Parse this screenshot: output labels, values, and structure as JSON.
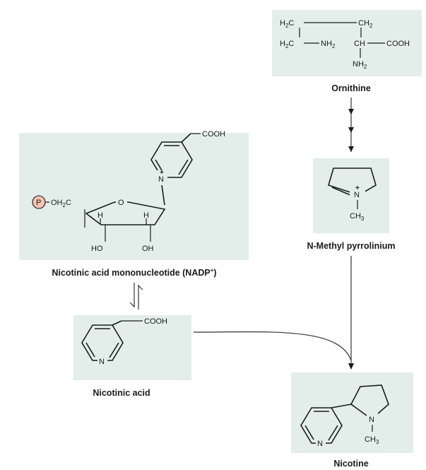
{
  "compounds": {
    "ornithine": {
      "name": "Ornithine",
      "atoms": {
        "h2c": "H",
        "c": "C",
        "ch2": "CH",
        "nh2": "NH",
        "ch": "CH",
        "cooh": "COOH",
        "nh2b": "NH",
        "two": "2"
      }
    },
    "pyrrolinium": {
      "name": "N-Methyl pyrrolinium",
      "atoms": {
        "n": "N",
        "plus": "+",
        "ch3": "CH",
        "three": "3"
      }
    },
    "nmn": {
      "name": "Nicotinic acid mononucleotide (NADP",
      "name_sup": "+",
      "name_end": ")",
      "atoms": {
        "p": "P",
        "oh2c": "OH",
        "c": "C",
        "two": "2",
        "o": "O",
        "h": "H",
        "ho": "HO",
        "oh": "OH",
        "n": "N",
        "plus": "+",
        "cooh": "COOH"
      }
    },
    "nicotinic_acid": {
      "name": "Nicotinic acid",
      "atoms": {
        "n": "N",
        "cooh": "COOH"
      }
    },
    "nicotine": {
      "name": "Nicotine",
      "atoms": {
        "n": "N",
        "n2": "N",
        "ch3": "CH",
        "three": "3"
      }
    }
  },
  "colors": {
    "box_fill": "#e3eeeb",
    "phosphate_fill": "#f4c4b0"
  }
}
